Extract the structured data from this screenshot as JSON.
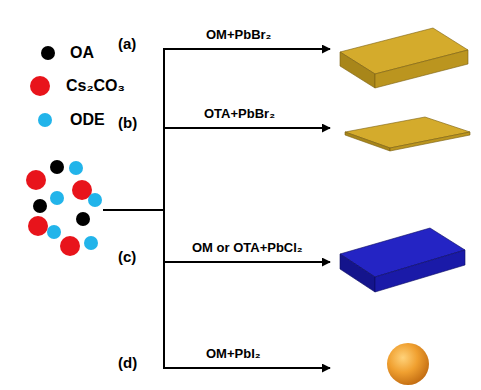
{
  "diagram": {
    "labels": [
      "(a)",
      "OM+PbBr₂",
      "(b)",
      "OTA+PbBr₂",
      "(c)",
      "OM or OTA+PbCl₂",
      "(d)",
      "OM+PbI₂"
    ],
    "legend": [
      {
        "text": "OA",
        "color": "#000000"
      },
      {
        "text": "Cs₂CO₃",
        "color": "#e8141b"
      },
      {
        "text": "ODE",
        "color": "#22b4ea"
      }
    ]
  }
}
